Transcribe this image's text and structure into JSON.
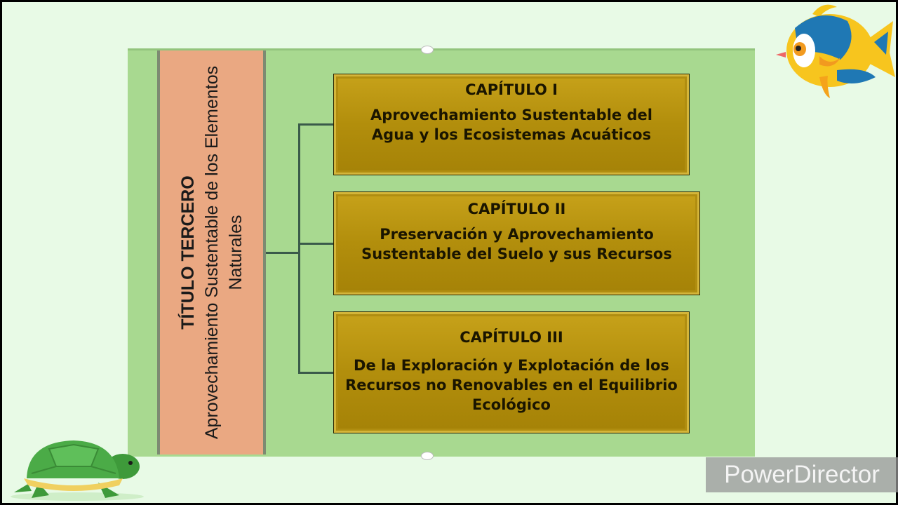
{
  "diagram": {
    "root": {
      "heading": "TÍTULO TERCERO",
      "subtitle": "Aprovechamiento Sustentable de los Elementos Naturales"
    },
    "chapters": [
      {
        "heading": "CAPÍTULO I",
        "body": "Aprovechamiento Sustentable del Agua y los Ecosistemas Acuáticos"
      },
      {
        "heading": "CAPÍTULO II",
        "body": "Preservación y Aprovechamiento Sustentable del Suelo y sus Recursos"
      },
      {
        "heading": "CAPÍTULO III",
        "body": "De la Exploración y Explotación de los Recursos no Renovables en el Equilibrio Ecológico"
      }
    ]
  },
  "watermark": "PowerDirector",
  "colors": {
    "slide_bg": "#e8fae6",
    "panel_bg": "#a8d990",
    "title_box": "#eaa882",
    "chapter_gold": "#b89410",
    "connector": "#3a5a4a"
  },
  "decorations": [
    "fish-illustration",
    "turtle-illustration"
  ]
}
